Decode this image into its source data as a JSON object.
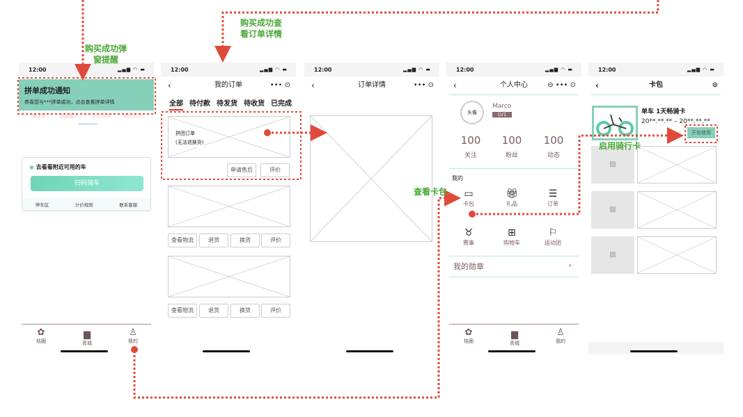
{
  "annotations": {
    "popup": "购买成功弹窗提醒",
    "popup_l1": "购买成功弹",
    "popup_l2": "窗提醒",
    "order_l1": "购买成功查",
    "order_l2": "看订单详情",
    "wallet": "查看卡包",
    "start": "启用骑行卡"
  },
  "status": {
    "time": "12:00",
    "signal": "▂▄▆ ◠ ▬"
  },
  "screen1": {
    "notice_title": "拼单成功通知",
    "notice_body": "恭喜您与***拼单成功，点击查看拼单详情",
    "shortcuts": [
      "赚现金",
      "金融服务",
      "天天领券",
      "限时秒杀"
    ],
    "nearby": "去看看附近可用的车",
    "scan": "扫码骑车",
    "links": [
      "停车区",
      "计价规则",
      "联系客服"
    ]
  },
  "tabbar": [
    "桔圈",
    "青城",
    "我的"
  ],
  "screen2": {
    "title": "我的订单",
    "tabs": [
      "全部",
      "待付款",
      "待发货",
      "待收货",
      "已完成"
    ],
    "order_label": "拼团订单",
    "order_note": "(无法退换货)",
    "btn_after": "申请售后",
    "btn_review": "评价",
    "btns": [
      "查看物流",
      "退货",
      "换货",
      "评价"
    ]
  },
  "screen3": {
    "title": "订单详情"
  },
  "screen4": {
    "title": "个人中心",
    "avatar": "头像",
    "name": "Marco",
    "level": "LV1",
    "stats": [
      {
        "n": "100",
        "l": "关注"
      },
      {
        "n": "100",
        "l": "粉丝"
      },
      {
        "n": "100",
        "l": "动态"
      }
    ],
    "section": "我的",
    "grid": [
      "卡包",
      "礼品",
      "订单",
      "赛事",
      "购物车",
      "运动团"
    ],
    "medal": "我的勋章"
  },
  "screen5": {
    "title": "卡包",
    "card_name": "单车 1天畅骑卡",
    "card_date": "20**.**.** – 20**.**.**",
    "start": "开始使用"
  },
  "colors": {
    "teal": "#7fcfb6",
    "red": "#e04a3a",
    "green": "#4aa838",
    "brown": "#8a6a6a"
  }
}
